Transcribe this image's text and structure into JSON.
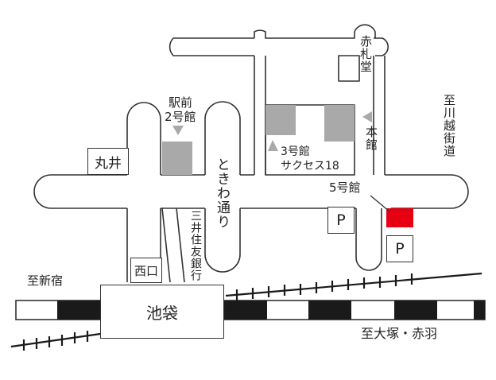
{
  "labels": {
    "akafudado": "赤札堂",
    "shikawagoe": "至川越街道",
    "honkan": "本館",
    "ekimae2_line1": "駅前",
    "ekimae2_line2": "2号館",
    "marui": "丸井",
    "sangokan_line1": "3号館",
    "sangokan_line2": "サクセス18",
    "gogokan": "5号館",
    "tokiwadori": "ときわ通り",
    "mitsui_bank": "三井住友銀行",
    "nishiguchi": "西口",
    "shishinjuku": "至新宿",
    "ikebukuro": "池袋",
    "shiotsuka": "至大塚・赤羽",
    "parking_1": "P",
    "parking_2": "P"
  },
  "colors": {
    "road_outline": "#333333",
    "building_gray": "#a9a9a9",
    "target_red": "#e60012",
    "rail_black": "#1a1a1a"
  }
}
